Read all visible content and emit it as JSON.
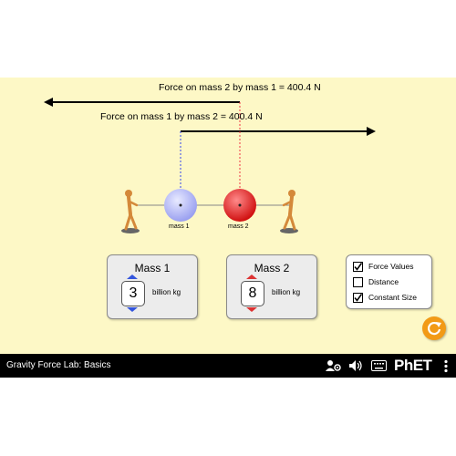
{
  "forces": {
    "on_mass2_label": "Force on mass 2 by mass 1 = 400.4 N",
    "on_mass1_label": "Force on mass 1 by mass 2 = 400.4 N"
  },
  "masses": {
    "mass1_label": "mass 1",
    "mass2_label": "mass 2",
    "mass1_color": "#b8bcf5",
    "mass2_color": "#f03030"
  },
  "panels": {
    "mass1": {
      "title": "Mass 1",
      "value": "3",
      "unit": "billion kg",
      "arrow_color": "#3355dd"
    },
    "mass2": {
      "title": "Mass 2",
      "value": "8",
      "unit": "billion kg",
      "arrow_color": "#dd3333"
    }
  },
  "options": [
    {
      "label": "Force Values",
      "checked": true
    },
    {
      "label": "Distance",
      "checked": false
    },
    {
      "label": "Constant Size",
      "checked": true
    }
  ],
  "reset_icon": "reset-icon",
  "navbar": {
    "title": "Gravity Force Lab: Basics",
    "icons": [
      "people-settings-icon",
      "speaker-icon",
      "keyboard-icon",
      "phet-logo",
      "menu-icon"
    ],
    "logo_text": "PhET"
  },
  "colors": {
    "background": "#fdf8c6",
    "navbar": "#000000",
    "reset_button": "#f29a16"
  }
}
